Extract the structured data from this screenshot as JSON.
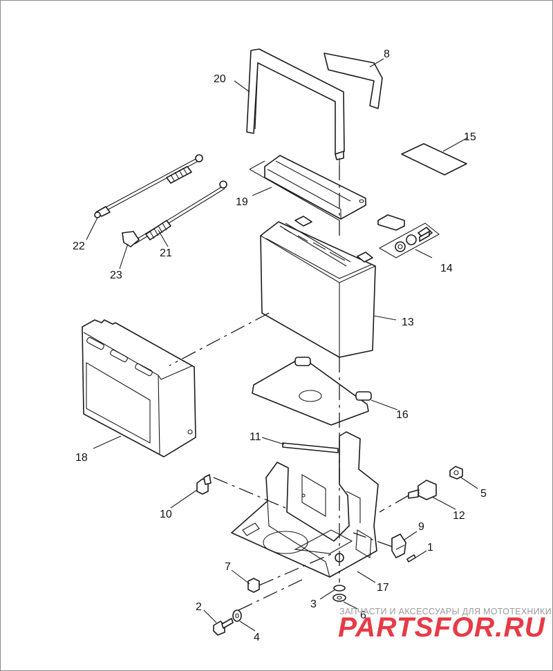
{
  "callouts": [
    {
      "id": "c1",
      "label": "1"
    },
    {
      "id": "c2",
      "label": "2"
    },
    {
      "id": "c3",
      "label": "3"
    },
    {
      "id": "c4",
      "label": "4"
    },
    {
      "id": "c5",
      "label": "5"
    },
    {
      "id": "c6",
      "label": "6"
    },
    {
      "id": "c7",
      "label": "7"
    },
    {
      "id": "c8",
      "label": "8"
    },
    {
      "id": "c9",
      "label": "9"
    },
    {
      "id": "c10",
      "label": "10"
    },
    {
      "id": "c11",
      "label": "11"
    },
    {
      "id": "c12",
      "label": "12"
    },
    {
      "id": "c13",
      "label": "13"
    },
    {
      "id": "c14",
      "label": "14"
    },
    {
      "id": "c15",
      "label": "15"
    },
    {
      "id": "c16",
      "label": "16"
    },
    {
      "id": "c17",
      "label": "17"
    },
    {
      "id": "c18",
      "label": "18"
    },
    {
      "id": "c19",
      "label": "19"
    },
    {
      "id": "c20",
      "label": "20"
    },
    {
      "id": "c21",
      "label": "21"
    },
    {
      "id": "c22",
      "label": "22"
    },
    {
      "id": "c23",
      "label": "23"
    }
  ],
  "watermark": {
    "tagline": "ЗАПЧАСТИ И АКСЕССУАРЫ ДЛЯ МОТОТЕХНИКИ",
    "logo": "PARTSFOR.RU"
  }
}
